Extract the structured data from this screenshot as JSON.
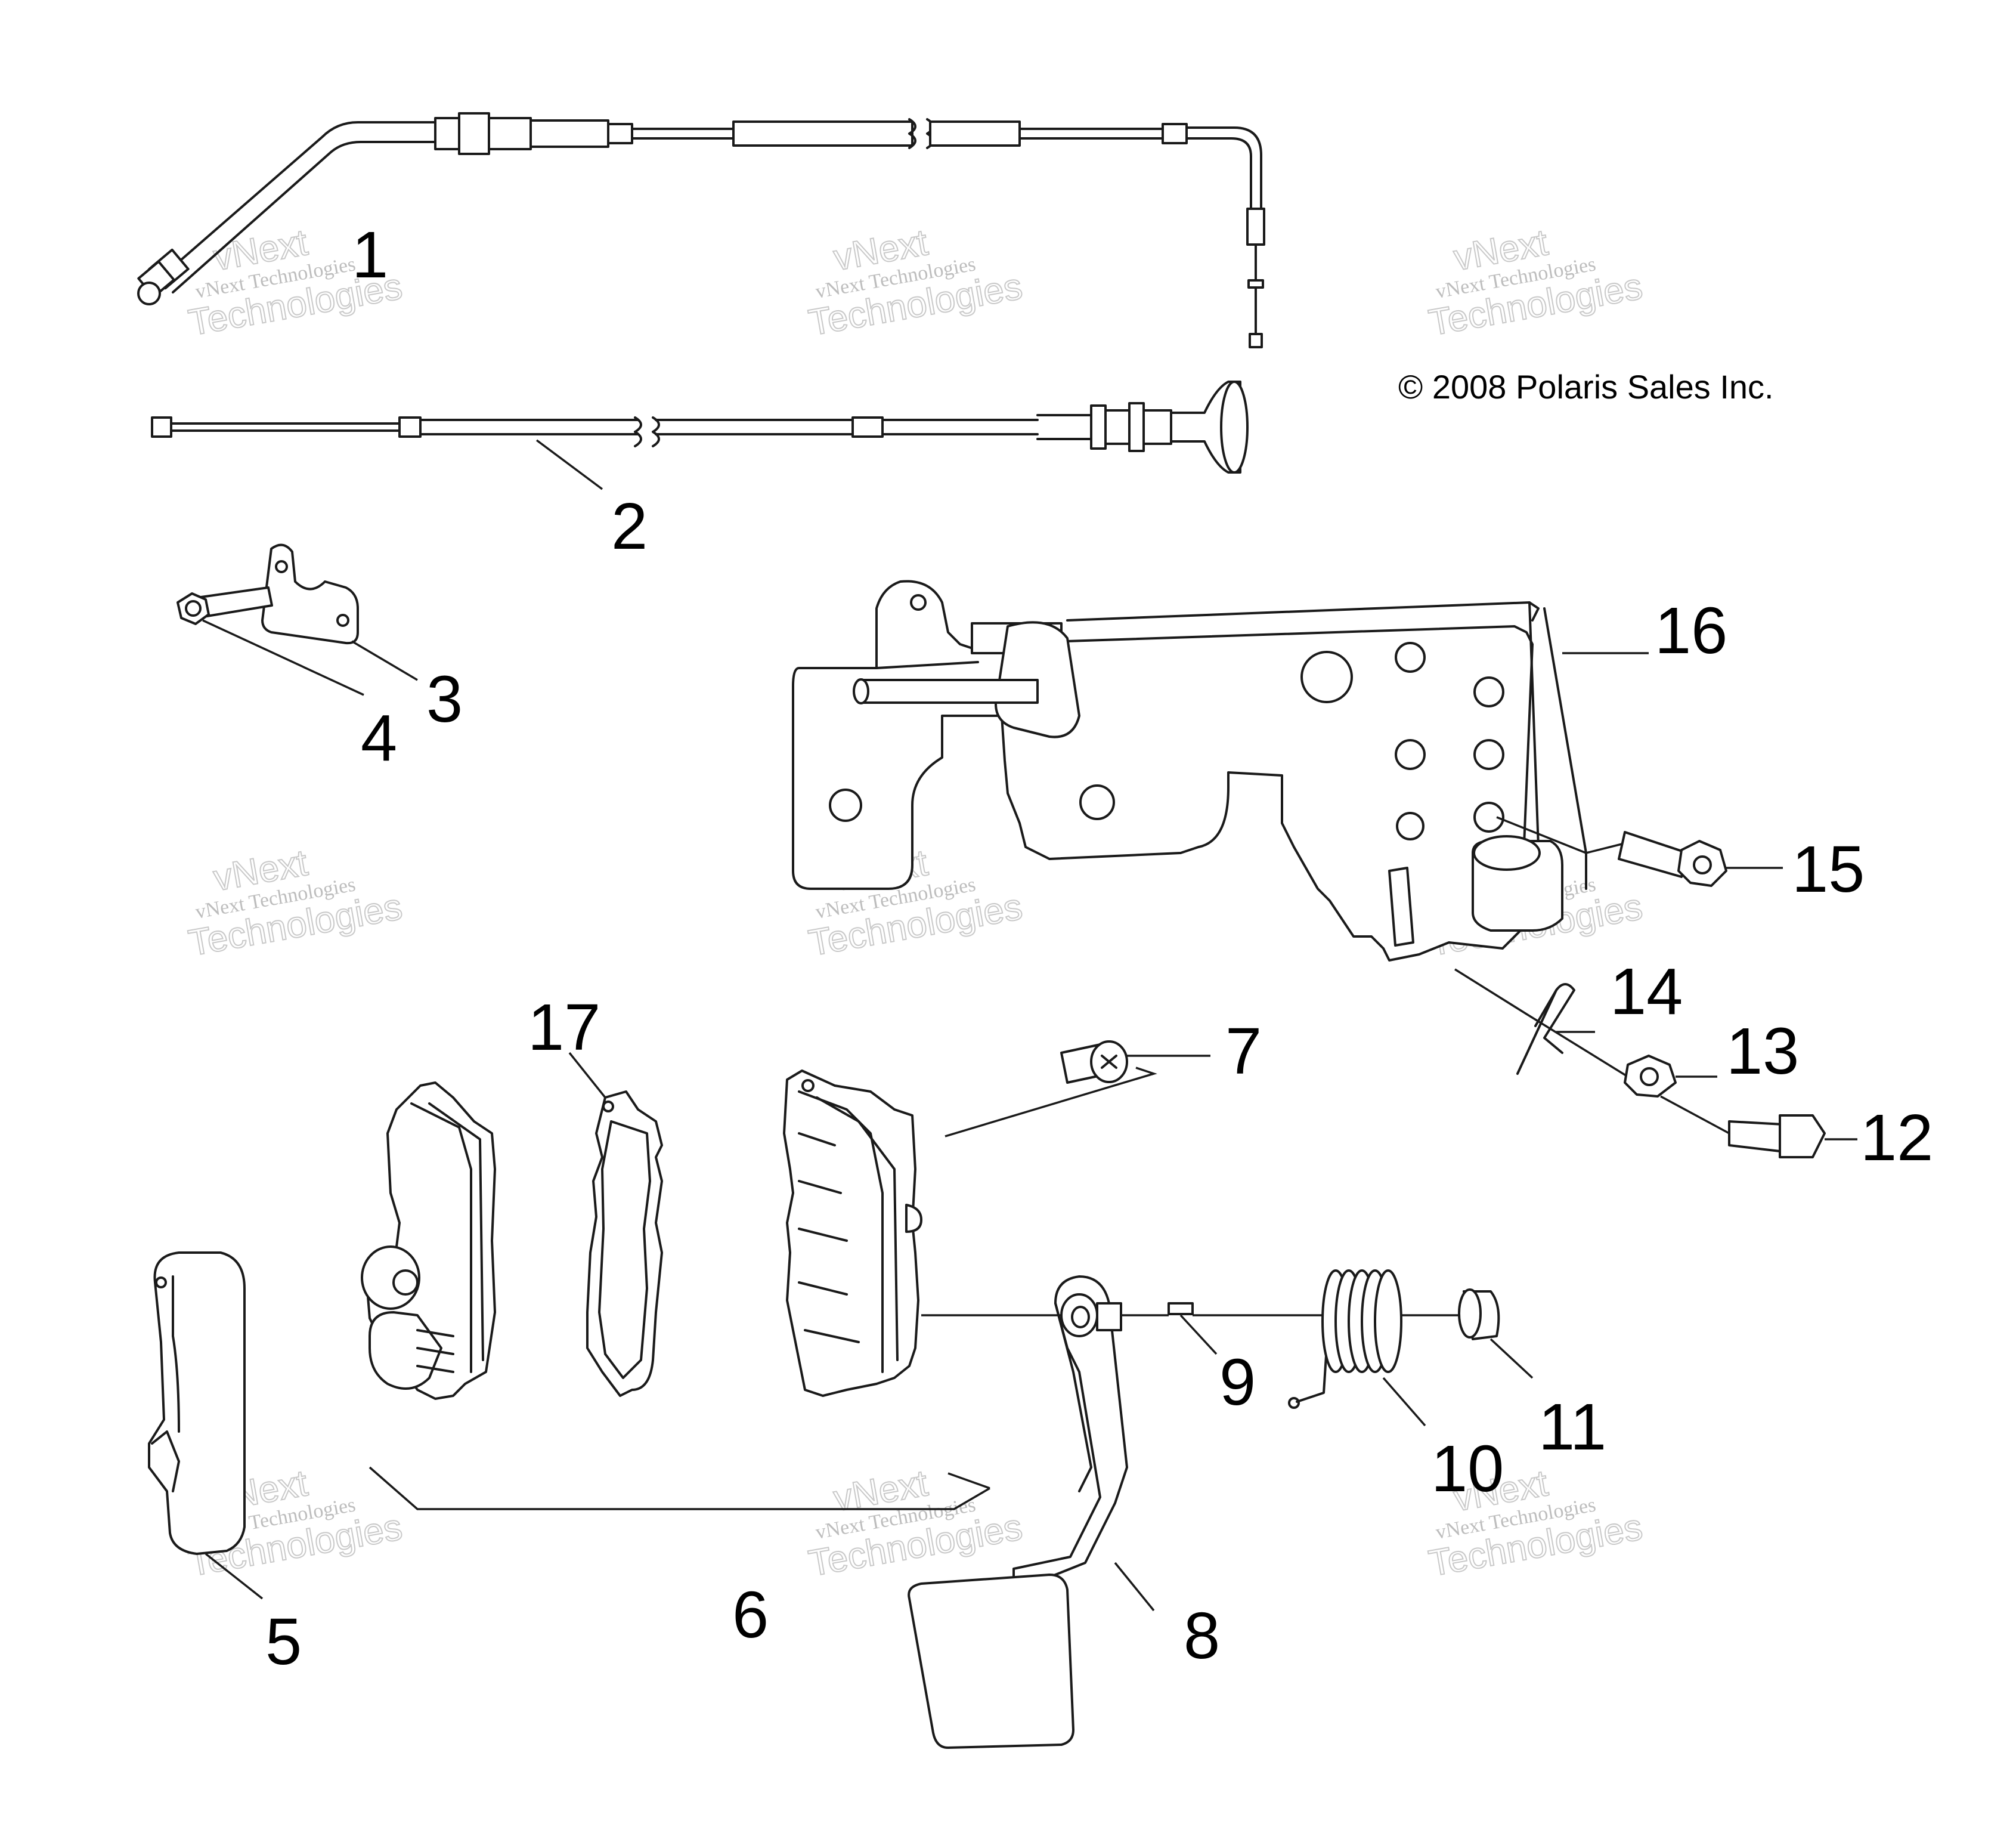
{
  "copyright": "© 2008 Polaris Sales Inc.",
  "watermark": {
    "line1": "vNext Technologies",
    "line2": "Technologies",
    "line0": "vNext"
  },
  "callouts": [
    "1",
    "2",
    "3",
    "4",
    "5",
    "6",
    "7",
    "8",
    "9",
    "10",
    "11",
    "12",
    "13",
    "14",
    "15",
    "16",
    "17"
  ]
}
